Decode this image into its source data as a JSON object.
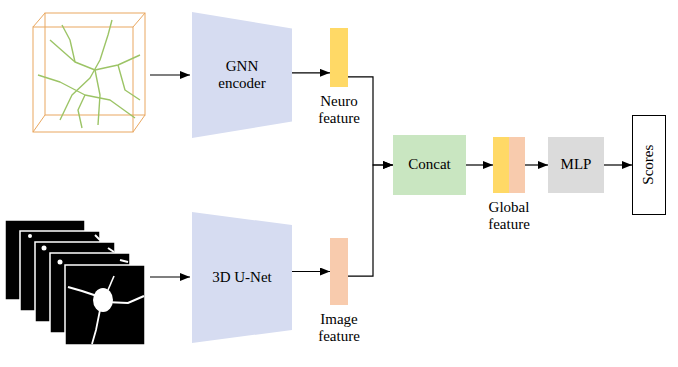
{
  "diagram": {
    "nodes": [
      {
        "text": [
          "GNN encoder"
        ]
      },
      {
        "text": [
          "Neuro feature"
        ]
      },
      {
        "text": [
          "3D U-Net"
        ]
      },
      {
        "text": [
          "Image feature"
        ]
      },
      {
        "text": [
          "Concat"
        ]
      },
      {
        "text": [
          "Global feature"
        ]
      },
      {
        "text": [
          "MLP"
        ]
      },
      {
        "text": [
          "Scores"
        ]
      }
    ],
    "edges": [
      {
        "from": 0,
        "to": 1,
        "arrow": "to"
      },
      {
        "from": 2,
        "to": 3,
        "arrow": "to"
      },
      {
        "from": 1,
        "to": 4,
        "arrow": "to"
      },
      {
        "from": 3,
        "to": 4,
        "arrow": "to"
      },
      {
        "from": 4,
        "to": 5,
        "arrow": "to"
      },
      {
        "from": 5,
        "to": 6,
        "arrow": "to"
      },
      {
        "from": 6,
        "to": 7,
        "arrow": "to"
      }
    ]
  }
}
